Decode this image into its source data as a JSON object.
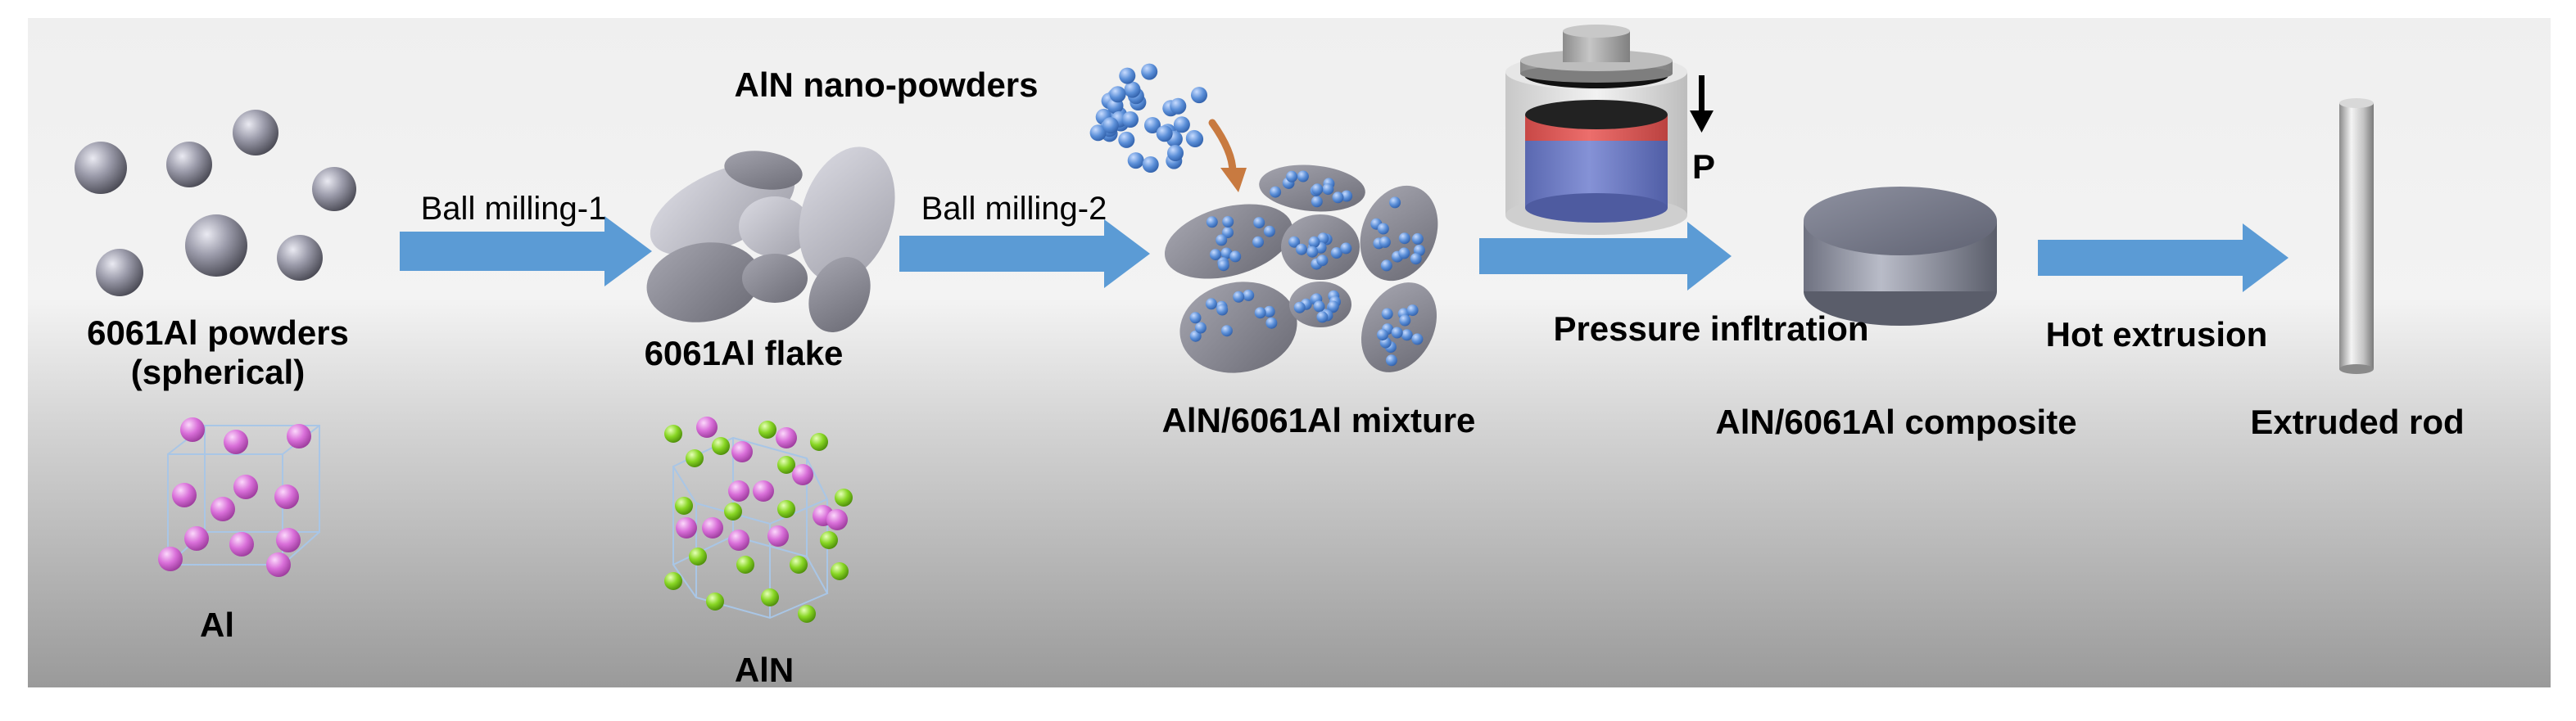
{
  "stages": {
    "powders_line1": "6061Al powders",
    "powders_line2": "(spherical)",
    "flake": "6061Al flake",
    "mixture": "AlN/6061Al mixture",
    "composite": "AlN/6061Al composite",
    "rod": "Extruded rod"
  },
  "arrows": {
    "ball1": "Ball milling-1",
    "ball2": "Ball milling-2",
    "infiltration": "Pressure infltration",
    "extrusion": "Hot extrusion"
  },
  "nano_powders": "AlN nano-powders",
  "pressure_symbol": "P",
  "crystals": {
    "al": "Al",
    "aln": "AlN"
  },
  "colors": {
    "arrow": "#5b9bd5",
    "nano_particle": "#5b8fd8",
    "al_atom": "#d96fd9",
    "n_atom": "#88d624",
    "mold_red": "#e0605e",
    "mold_blue": "#7080c8"
  }
}
